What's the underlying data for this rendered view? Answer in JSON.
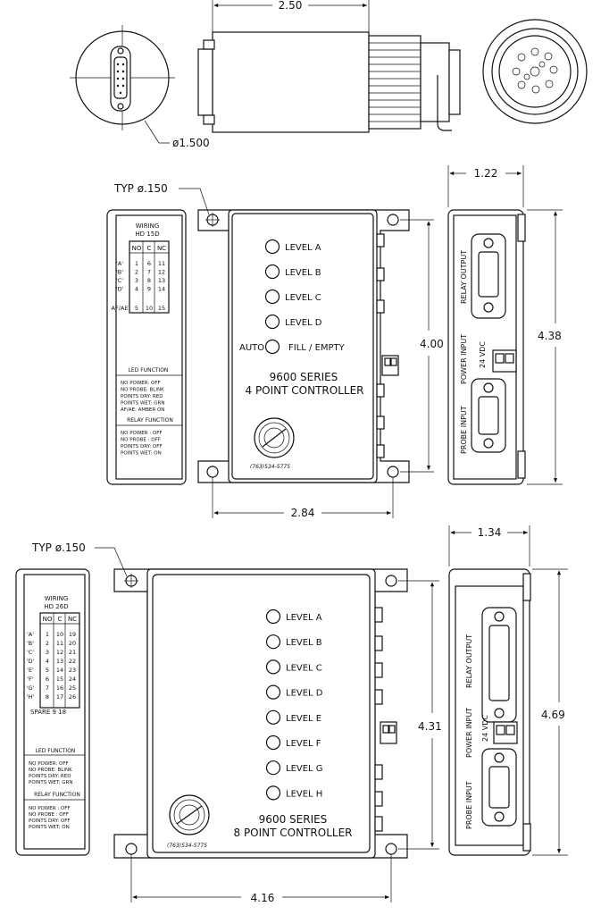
{
  "top": {
    "length_dim": "2.50",
    "diameter_dim": "ø1.500"
  },
  "ctrl4": {
    "typ_hole": "TYP ø.150",
    "width_dim": "2.84",
    "height_dim": "4.00",
    "side_width_dim": "1.22",
    "side_height_dim": "4.38",
    "levels": [
      "LEVEL A",
      "LEVEL B",
      "LEVEL C",
      "LEVEL D"
    ],
    "auto_label": "AUTO",
    "fill_empty_label": "FILL / EMPTY",
    "series": "9600 SERIES",
    "model": "4 POINT CONTROLLER",
    "badge_text": "(763)534-5775",
    "wiring_title": "WIRING",
    "wiring_model": "HD 15D",
    "wiring_headers": [
      "NO",
      "C",
      "NC"
    ],
    "wiring_rows": [
      [
        "'A'",
        "1",
        "6",
        "11"
      ],
      [
        "'B'",
        "2",
        "7",
        "12"
      ],
      [
        "'C'",
        "3",
        "8",
        "13"
      ],
      [
        "'D'",
        "4",
        "9",
        "14"
      ],
      [
        "AF/AE",
        "5",
        "10",
        "15"
      ]
    ],
    "led_title": "LED FUNCTION",
    "led_lines": [
      "NO POWER: OFF",
      "NO PROBE: BLINK",
      "POINTS DRY: RED",
      "POINTS WET: GRN",
      "AF/AE: AMBER ON"
    ],
    "relay_title": "RELAY FUNCTION",
    "relay_lines": [
      "NO POWER : OFF",
      "NO PROBE : OFF",
      "POINTS DRY: OFF",
      "POINTS WET: ON"
    ],
    "relay_output": "RELAY OUTPUT",
    "power_input": "POWER INPUT",
    "vdc": "24 VDC",
    "probe_input": "PROBE INPUT"
  },
  "ctrl8": {
    "typ_hole": "TYP ø.150",
    "width_dim": "4.16",
    "height_dim": "4.31",
    "side_width_dim": "1.34",
    "side_height_dim": "4.69",
    "levels": [
      "LEVEL A",
      "LEVEL B",
      "LEVEL C",
      "LEVEL D",
      "LEVEL E",
      "LEVEL F",
      "LEVEL G",
      "LEVEL H"
    ],
    "series": "9600 SERIES",
    "model": "8 POINT CONTROLLER",
    "badge_text": "(763)534-5775",
    "wiring_title": "WIRING",
    "wiring_model": "HD 26D",
    "wiring_headers": [
      "NO",
      "C",
      "NC"
    ],
    "wiring_rows": [
      [
        "'A'",
        "1",
        "10",
        "19"
      ],
      [
        "'B'",
        "2",
        "11",
        "20"
      ],
      [
        "'C'",
        "3",
        "12",
        "21"
      ],
      [
        "'D'",
        "4",
        "13",
        "22"
      ],
      [
        "'E'",
        "5",
        "14",
        "23"
      ],
      [
        "'F'",
        "6",
        "15",
        "24"
      ],
      [
        "'G'",
        "7",
        "16",
        "25"
      ],
      [
        "'H'",
        "8",
        "17",
        "26"
      ]
    ],
    "spare": "SPARE 9   18",
    "led_title": "LED FUNCTION",
    "led_lines": [
      "NO POWER: OFF",
      "NO PROBE: BLINK",
      "POINTS DRY: RED",
      "POINTS WET: GRN"
    ],
    "relay_title": "RELAY FUNCTION",
    "relay_lines": [
      "NO POWER : OFF",
      "NO PROBE : OFF",
      "POINTS DRY: OFF",
      "POINTS WET: ON"
    ],
    "relay_output": "RELAY OUTPUT",
    "power_input": "POWER INPUT",
    "vdc": "24 VDC",
    "probe_input": "PROBE INPUT"
  }
}
